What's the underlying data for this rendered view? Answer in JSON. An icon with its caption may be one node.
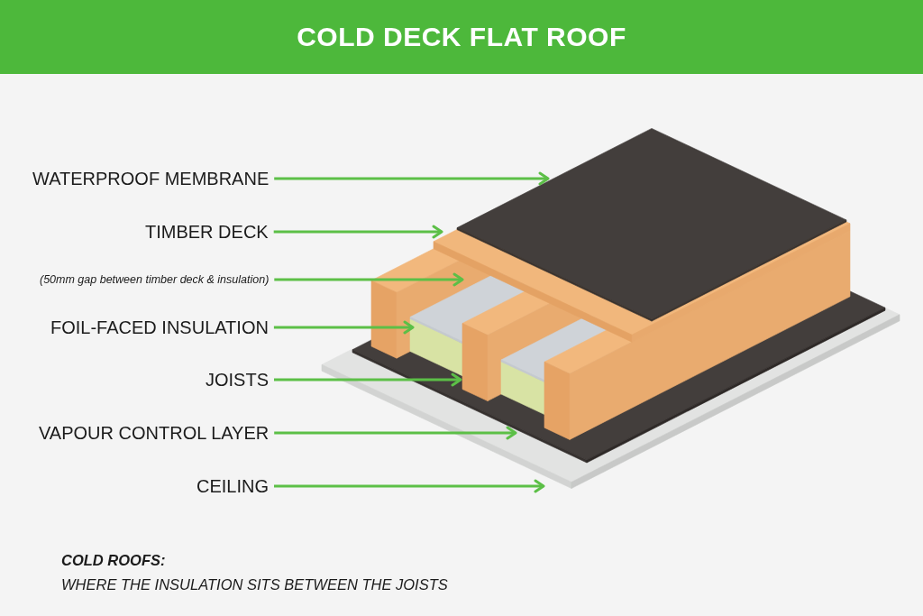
{
  "diagram": {
    "title": "COLD DECK FLAT ROOF",
    "caption": "**COLD ROOFS:** WHERE THE INSULATION SITS BETWEEN THE JOISTS",
    "nodes": [
      {
        "text": [
          "WATERPROOF MEMBRANE"
        ]
      },
      {
        "text": [
          "TIMBER DECK"
        ]
      },
      {
        "text": [
          "(50mm gap between timber deck & insulation)"
        ]
      },
      {
        "text": [
          "FOIL-FACED INSULATION"
        ]
      },
      {
        "text": [
          "JOISTS"
        ]
      },
      {
        "text": [
          "VAPOUR CONTROL LAYER"
        ]
      },
      {
        "text": [
          "CEILING"
        ]
      }
    ],
    "edges": [
      {
        "from": 0,
        "to": null,
        "arrow": "to"
      },
      {
        "from": 1,
        "to": null,
        "arrow": "to"
      },
      {
        "from": 2,
        "to": null,
        "arrow": "to"
      },
      {
        "from": 3,
        "to": null,
        "arrow": "to"
      },
      {
        "from": 4,
        "to": null,
        "arrow": "to"
      },
      {
        "from": 5,
        "to": null,
        "arrow": "to"
      },
      {
        "from": 6,
        "to": null,
        "arrow": "to"
      }
    ]
  }
}
